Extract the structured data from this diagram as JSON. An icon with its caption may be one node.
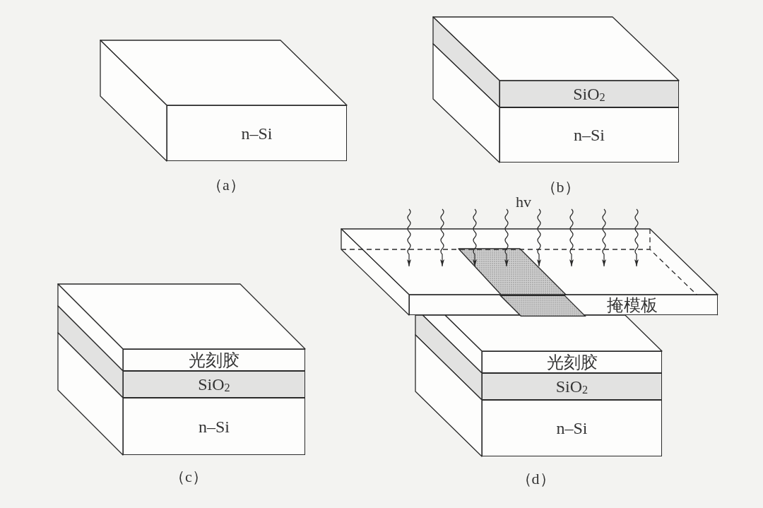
{
  "diagram": {
    "nodes": [
      {
        "text": [
          "n–Si"
        ]
      },
      {
        "text": [
          "SiO$_{2}$"
        ]
      },
      {
        "text": [
          "n–Si"
        ]
      },
      {
        "text": [
          "光刻胶"
        ]
      },
      {
        "text": [
          "SiO$_{2}$"
        ]
      },
      {
        "text": [
          "n–Si"
        ]
      },
      {
        "text": [
          "掩模板"
        ]
      },
      {
        "text": [
          "光刻胶"
        ]
      },
      {
        "text": [
          "SiO$_{2}$"
        ]
      },
      {
        "text": [
          "n–Si"
        ]
      }
    ],
    "labels": [
      "（a）",
      "（b）",
      "hv",
      "（c）",
      "（d）"
    ]
  }
}
